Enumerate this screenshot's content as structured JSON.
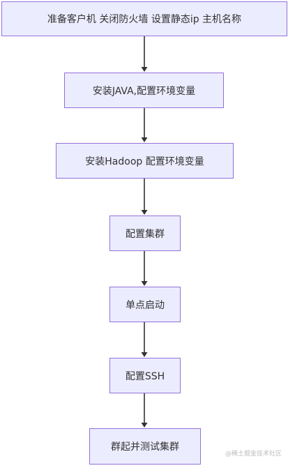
{
  "flowchart": {
    "nodes": [
      {
        "id": "n1",
        "label": "准备客户机 关闭防火墙 设置静态ip 主机名称"
      },
      {
        "id": "n2",
        "label": "安装JAVA,配置环境变量"
      },
      {
        "id": "n3",
        "label": "安装Hadoop 配置环境变量"
      },
      {
        "id": "n4",
        "label": "配置集群"
      },
      {
        "id": "n5",
        "label": "单点启动"
      },
      {
        "id": "n6",
        "label": "配置SSH"
      },
      {
        "id": "n7",
        "label": "群起并测试集群"
      }
    ],
    "edges": [
      {
        "from": "n1",
        "to": "n2"
      },
      {
        "from": "n2",
        "to": "n3"
      },
      {
        "from": "n3",
        "to": "n4"
      },
      {
        "from": "n4",
        "to": "n5"
      },
      {
        "from": "n5",
        "to": "n6"
      },
      {
        "from": "n6",
        "to": "n7"
      }
    ]
  },
  "colors": {
    "node_fill": "#ECECFF",
    "node_border": "#9370DB",
    "text": "#333333",
    "edge": "#333333"
  },
  "watermark": {
    "text": "@稀土掘金技术社区"
  }
}
